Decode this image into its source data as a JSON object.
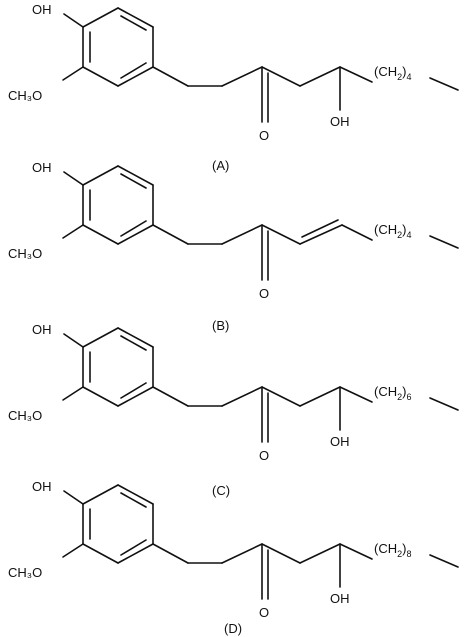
{
  "structures": [
    {
      "id": "A",
      "caption": "(A)",
      "labels": {
        "oh_top": "OH",
        "methoxy": "CH₃O",
        "ketone_o": "O",
        "hydroxyl": "OH",
        "chain_main": "(CH",
        "chain_sub1": "2",
        "chain_close": ")",
        "chain_sub2": "4"
      },
      "has_hydroxyl": true,
      "has_double_bond": false
    },
    {
      "id": "B",
      "caption": "(B)",
      "labels": {
        "oh_top": "OH",
        "methoxy": "CH₃O",
        "ketone_o": "O",
        "hydroxyl": "",
        "chain_main": "(CH",
        "chain_sub1": "2",
        "chain_close": ")",
        "chain_sub2": "4"
      },
      "has_hydroxyl": false,
      "has_double_bond": true
    },
    {
      "id": "C",
      "caption": "(C)",
      "labels": {
        "oh_top": "OH",
        "methoxy": "CH₃O",
        "ketone_o": "O",
        "hydroxyl": "OH",
        "chain_main": "(CH",
        "chain_sub1": "2",
        "chain_close": ")",
        "chain_sub2": "6"
      },
      "has_hydroxyl": true,
      "has_double_bond": false
    },
    {
      "id": "D",
      "caption": "(D)",
      "labels": {
        "oh_top": "OH",
        "methoxy": "CH₃O",
        "ketone_o": "O",
        "hydroxyl": "OH",
        "chain_main": "(CH",
        "chain_sub1": "2",
        "chain_close": ")",
        "chain_sub2": "8"
      },
      "has_hydroxyl": true,
      "has_double_bond": false
    }
  ]
}
